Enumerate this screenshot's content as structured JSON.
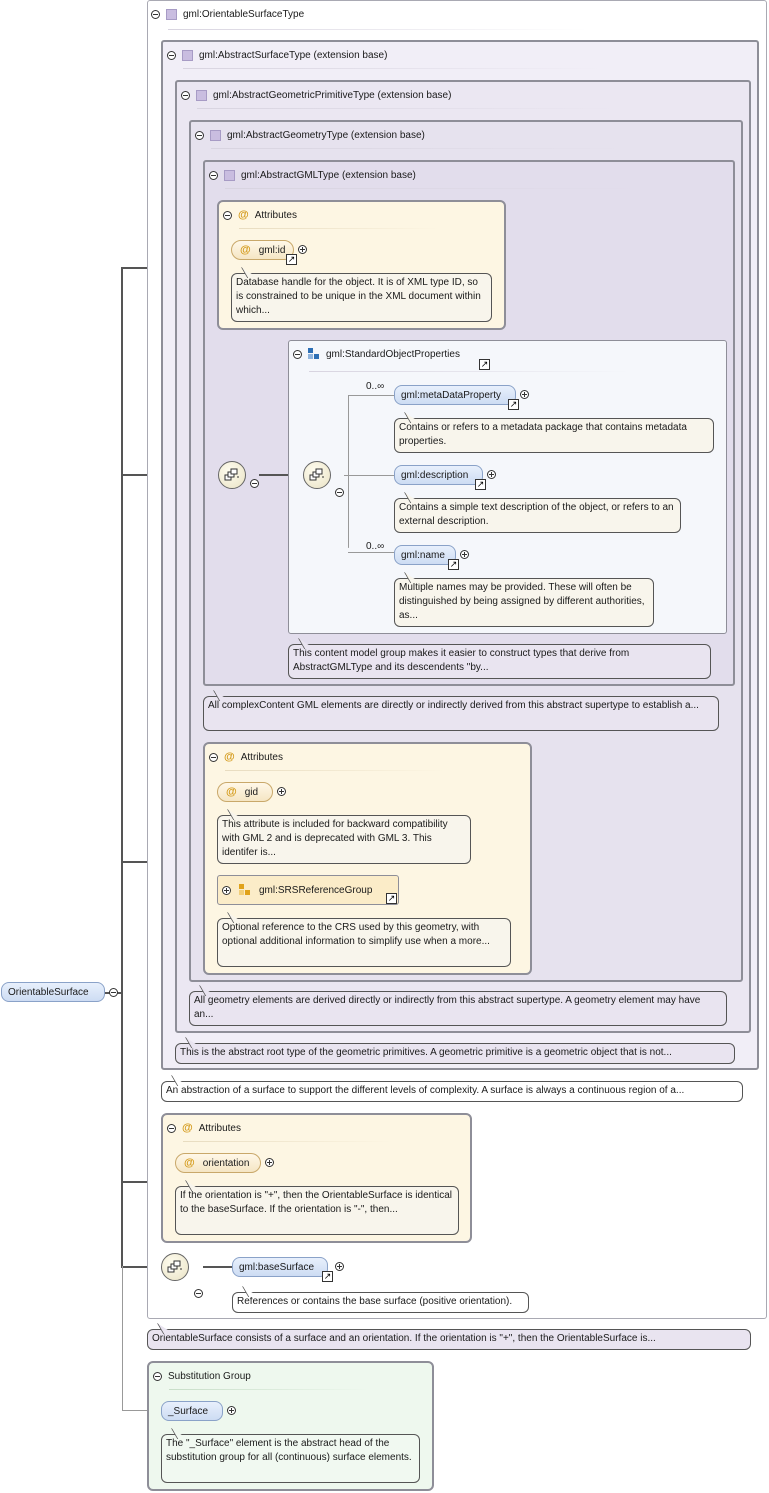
{
  "root_element": {
    "label": "OrientableSurface"
  },
  "outer_type": {
    "label": "gml:OrientableSurfaceType"
  },
  "abstract_surface": {
    "label": "gml:AbstractSurfaceType (extension base)",
    "note": "This is the abstract root type of the geometric primitives. A geometric primitive is a geometric object that is not..."
  },
  "abstract_geometric_primitive": {
    "label": "gml:AbstractGeometricPrimitiveType (extension base)",
    "note": "All geometry elements are derived directly or indirectly from this abstract supertype. A geometry element may have an..."
  },
  "abstract_geometry": {
    "label": "gml:AbstractGeometryType (extension base)",
    "note": "All complexContent GML elements are directly or indirectly derived from this abstract supertype to establish a..."
  },
  "abstract_gml": {
    "label": "gml:AbstractGMLType (extension base)",
    "attributes": {
      "label": "Attributes",
      "id_label": "gml:id",
      "id_note": "Database handle for the object. It is of XML type ID, so is constrained to be unique in the XML document within which..."
    },
    "standard_object_properties": {
      "label": "gml:StandardObjectProperties",
      "note": "This content model group makes it easier to construct types that derive from AbstractGMLType and its descendents \"by...",
      "elements": [
        {
          "name": "gml:metaDataProperty",
          "occurs": "0..∞",
          "note": "Contains or refers to a metadata package that contains metadata properties."
        },
        {
          "name": "gml:description",
          "occurs": "",
          "note": "Contains a simple text description of the object, or refers to an external description."
        },
        {
          "name": "gml:name",
          "occurs": "0..∞",
          "note": "Multiple names may be provided. These will often be distinguished by being assigned by different authorities, as..."
        }
      ]
    }
  },
  "geometry_attributes": {
    "label": "Attributes",
    "gid_label": "gid",
    "gid_note": "This attribute is included for backward compatibility with GML 2 and is deprecated with GML 3. This identifer is...",
    "srs_label": "gml:SRSReferenceGroup",
    "srs_note": "Optional reference to the CRS used by this geometry, with optional additional information to simplify use when a more..."
  },
  "surface_note": "An abstraction of a surface to support the different levels of complexity. A surface is always a continuous region of a...",
  "orientation_attributes": {
    "label": "Attributes",
    "orientation_label": "orientation",
    "orientation_note": "If the orientation is \"+\", then the OrientableSurface is identical to the baseSurface. If the orientation is \"-\", then..."
  },
  "base_surface": {
    "label": "gml:baseSurface",
    "note": "References or contains the base surface (positive orientation)."
  },
  "element_note": "OrientableSurface consists of a surface and an orientation. If the orientation is \"+\", then the OrientableSurface is...",
  "substitution_group": {
    "label": "Substitution Group",
    "member": "_Surface",
    "note": "The \"_Surface\" element is the abstract head of the substitution group for all (continuous) surface elements."
  },
  "colors": {
    "type_fill": "#f1eef7",
    "attr_fill": "#fdf6e3",
    "element_fill": "#cddcf3",
    "subst_fill": "#eef8ee",
    "border": "#8e8e98"
  }
}
